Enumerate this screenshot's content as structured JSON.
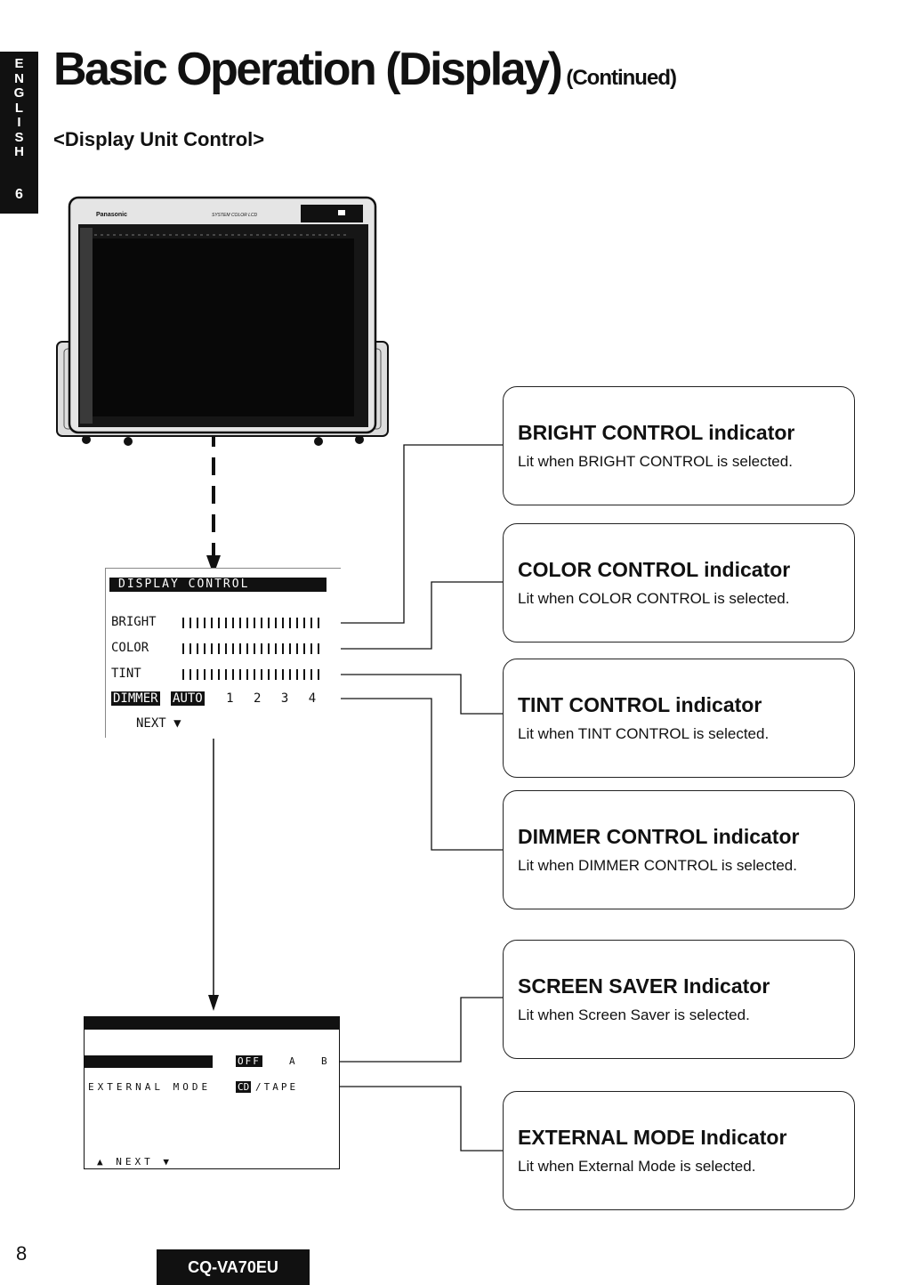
{
  "side_tab": {
    "letters": [
      "E",
      "N",
      "G",
      "L",
      "I",
      "S",
      "H"
    ],
    "number": "6"
  },
  "header": {
    "title": "Basic Operation (Display)",
    "continued": "(Continued)"
  },
  "section": {
    "subtitle": "<Display Unit Control>"
  },
  "device": {
    "brand": "Panasonic",
    "badge": "SYSTEM COLOR LCD"
  },
  "display_control_screen": {
    "title": "DISPLAY CONTROL",
    "rows": [
      {
        "label": "BRIGHT"
      },
      {
        "label": "COLOR"
      },
      {
        "label": "TINT"
      }
    ],
    "dimmer": {
      "label": "DIMMER",
      "auto": "AUTO",
      "levels": [
        "1",
        "2",
        "3",
        "4"
      ]
    },
    "next": "NEXT ▼"
  },
  "screen_saver_screen": {
    "off": "OFF",
    "a": "A",
    "b": "B",
    "external_mode": "EXTERNAL MODE",
    "cd": "CD",
    "tape": "/TAPE",
    "nav": "▲ NEXT ▼"
  },
  "indicators": [
    {
      "title": "BRIGHT CONTROL indicator",
      "desc": "Lit when BRIGHT CONTROL is selected."
    },
    {
      "title": "COLOR CONTROL indicator",
      "desc": "Lit when COLOR CONTROL is selected."
    },
    {
      "title": "TINT CONTROL indicator",
      "desc": "Lit when TINT CONTROL is selected."
    },
    {
      "title": "DIMMER CONTROL indicator",
      "desc": "Lit when DIMMER CONTROL is selected."
    },
    {
      "title": "SCREEN SAVER Indicator",
      "desc": "Lit when Screen Saver is selected."
    },
    {
      "title": "EXTERNAL MODE Indicator",
      "desc": "Lit when External Mode is selected."
    }
  ],
  "footer": {
    "page": "8",
    "model": "CQ-VA70EU"
  },
  "colors": {
    "ink": "#111111",
    "paper": "#ffffff"
  }
}
